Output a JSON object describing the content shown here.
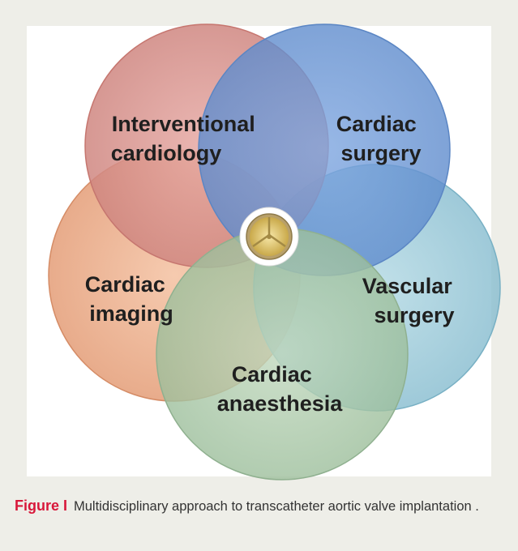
{
  "diagram": {
    "circles": [
      {
        "label_lines": [
          "Interventional",
          "cardiology"
        ],
        "color": "#d98c86"
      },
      {
        "label_lines": [
          "Cardiac",
          "surgery"
        ],
        "color": "#6f9bd8"
      },
      {
        "label_lines": [
          "Cardiac",
          "imaging"
        ],
        "color": "#eaa782"
      },
      {
        "label_lines": [
          "Vascular",
          "surgery"
        ],
        "color": "#8fc3d3"
      },
      {
        "label_lines": [
          "Cardiac",
          "anaesthesia"
        ],
        "color": "#a8c4a3"
      }
    ],
    "center_icon": "aortic-valve-icon"
  },
  "caption": {
    "label": "Figure I",
    "text": "Multidisciplinary approach to transcatheter aortic valve implantation ."
  },
  "colors": {
    "accent": "#d8173a",
    "page_background": "#eeeee8"
  }
}
